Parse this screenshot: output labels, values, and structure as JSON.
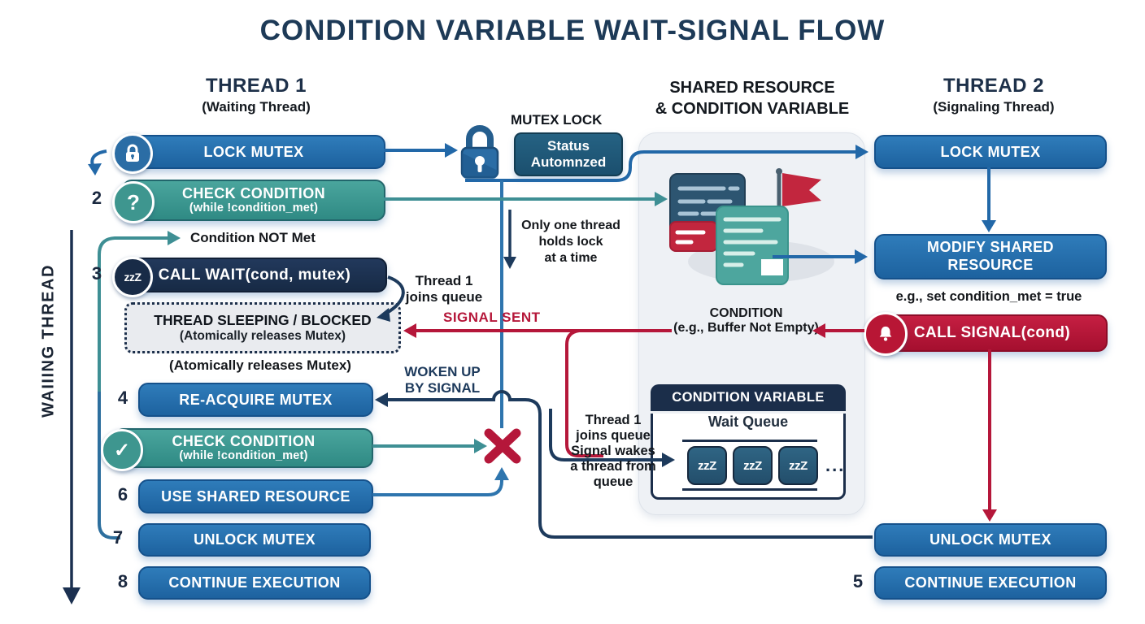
{
  "title": "CONDITION VARIABLE WAIT-SIGNAL FLOW",
  "thread1": {
    "title": "THREAD 1",
    "subtitle": "(Waiting Thread)",
    "side_label": "WAIIING THREAD",
    "numbers": {
      "n2": "2",
      "n3": "3",
      "n4": "4",
      "n6": "6",
      "n7": "7",
      "n8": "8"
    },
    "steps": {
      "lock_mutex": "LOCK MUTEX",
      "check_condition": "CHECK CONDITION",
      "check_condition_sub": "(while !condition_met)",
      "call_wait": "CALL WAIT(cond, mutex)",
      "sleeping_title": "THREAD SLEEPING / BLOCKED",
      "sleeping_sub": "(Atomically releases Mutex)",
      "atomic_note": "(Atomically releases Mutex)",
      "reacquire": "RE-ACQUIRE MUTEX",
      "check_condition2": "CHECK CONDITION",
      "check_condition2_sub": "(while !condition_met)",
      "use_resource": "USE SHARED RESOURCE",
      "unlock": "UNLOCK MUTEX",
      "continue": "CONTINUE EXECUTION"
    },
    "condition_not_met": "Condition NOT Met"
  },
  "mutex": {
    "title": "MUTEX LOCK",
    "status": "Status\nAutomnzed",
    "note": "Only one thread\nholds lock\nat a time"
  },
  "shared": {
    "title": "SHARED RESOURCE\n& CONDITION VARIABLE",
    "condition_label": "CONDITION",
    "condition_sub": "(e.g., Buffer Not Empty)",
    "cv": {
      "title": "CONDITION VARIABLE",
      "queue_label": "Wait Queue",
      "chip": "zzZ",
      "dots": "..."
    }
  },
  "thread2": {
    "title": "THREAD 2",
    "subtitle": "(Signaling Thread)",
    "numbers": {
      "n5": "5"
    },
    "steps": {
      "lock_mutex": "LOCK MUTEX",
      "modify": "MODIFY SHARED RESOURCE",
      "modify_note": "e.g., set condition_met = true",
      "call_signal": "CALL SIGNAL(cond)",
      "unlock": "UNLOCK MUTEX",
      "continue": "CONTINUE EXECUTION"
    }
  },
  "annotations": {
    "joins_queue": "Thread 1\njoins queue",
    "signal_sent": "SIGNAL SENT",
    "woken_up": "WOKEN UP\nBY SIGNAL",
    "wakes_queue": "Thread 1\njoins queue\nSignal wakes\na thread from\nqueue"
  },
  "icons": {
    "question": "?",
    "check": "✓",
    "sleep": "zzZ"
  },
  "colors": {
    "blue": "#2268a8",
    "teal": "#3e8f94",
    "navy": "#1b3a5c",
    "red": "#b81635"
  }
}
